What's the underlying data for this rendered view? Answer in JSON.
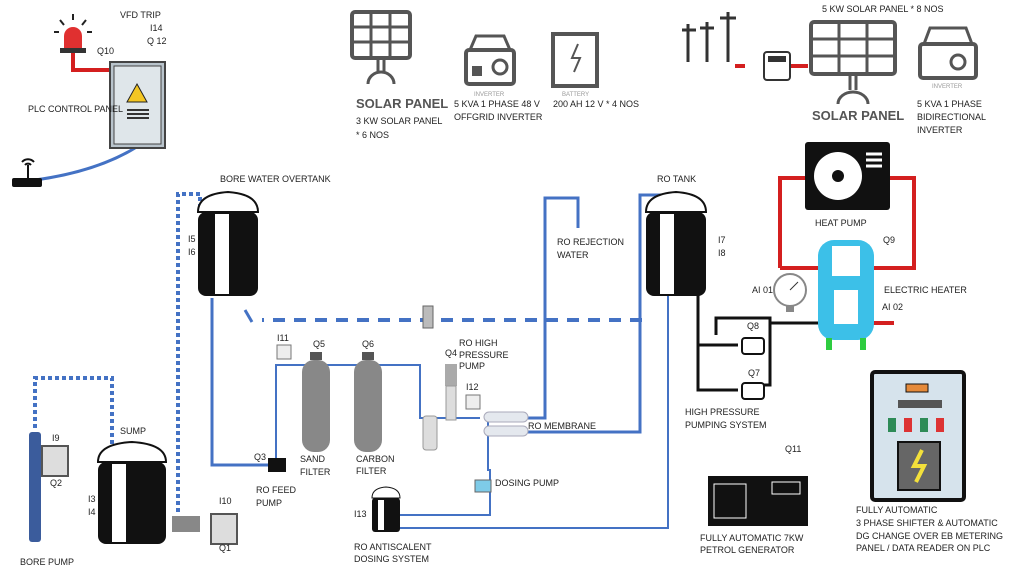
{
  "colors": {
    "water_pipe": "#4472c4",
    "hot_line": "#d41f1f",
    "heater_tank": "#3cc0e8",
    "cable": "#111111"
  },
  "plc": {
    "vfd_trip": "VFD TRIP",
    "i14": "I14",
    "q12": "Q 12",
    "q10": "Q10",
    "panel_label": "PLC CONTROL PANEL",
    "icons": [
      "alarm-beacon-icon",
      "electrical-panel-icon",
      "wifi-router-icon"
    ]
  },
  "offgrid": {
    "solar_logo": "SOLAR PANEL",
    "solar_line1": "3 KW SOLAR PANEL",
    "solar_line2": "* 6 NOS",
    "inverter_logo": "INVERTER",
    "inverter_line1": "5 KVA 1 PHASE 48 V",
    "inverter_line2": "OFFGRID INVERTER",
    "battery_logo": "BATTERY",
    "battery_label": "200 AH 12 V  * 4 NOS"
  },
  "ongrid": {
    "solar_title": "5 KW SOLAR PANEL *  8 NOS",
    "solar_logo": "SOLAR PANEL",
    "inverter_logo": "INVERTER",
    "inverter_line1": "5 KVA 1 PHASE",
    "inverter_line2": "BIDIRECTIONAL",
    "inverter_line3": "INVERTER"
  },
  "bore_tank": {
    "label": "BORE WATER OVERTANK",
    "i5": "I5",
    "i6": "I6"
  },
  "ro_tank": {
    "label": "RO TANK",
    "i7": "I7",
    "i8": "I8"
  },
  "rejection": {
    "line1": "RO REJECTION",
    "line2": "WATER"
  },
  "heat": {
    "heat_pump": "HEAT PUMP",
    "q9": "Q9",
    "heater": "ELECTRIC HEATER",
    "ai01": "AI 01",
    "ai02": "AI 02"
  },
  "filters": {
    "i11": "I11",
    "q5": "Q5",
    "q6": "Q6",
    "sand1": "SAND",
    "sand2": "FILTER",
    "carbon1": "CARBON",
    "carbon2": "FILTER",
    "q3": "Q3",
    "feed1": "RO FEED",
    "feed2": "PUMP"
  },
  "ro": {
    "q4": "Q4",
    "hp1": "RO  HIGH",
    "hp2": "PRESSURE",
    "hp3": "PUMP",
    "i12": "I12",
    "membrane": "RO MEMBRANE",
    "dosing_pump": "DOSING PUMP",
    "i13": "I13",
    "anti1": "RO ANTISCALENT",
    "anti2": "DOSING SYSTEM"
  },
  "sump": {
    "label": "SUMP",
    "i3": "I3",
    "i4": "I4",
    "i9": "I9",
    "q2": "Q2",
    "i10": "I10",
    "q1": "Q1",
    "bore_pump": "BORE PUMP"
  },
  "hp_system": {
    "q8": "Q8",
    "q7": "Q7",
    "line1": "HIGH PRESSURE",
    "line2": "PUMPING SYSTEM"
  },
  "generator": {
    "q11": "Q11",
    "line1": "FULLY AUTOMATIC  7KW",
    "line2": "PETROL GENERATOR"
  },
  "changeover": {
    "line1": "FULLY AUTOMATIC",
    "line2": "3 PHASE SHIFTER & AUTOMATIC",
    "line3": "DG CHANGE  OVER EB METERING",
    "line4": "PANEL / DATA READER  ON PLC"
  }
}
